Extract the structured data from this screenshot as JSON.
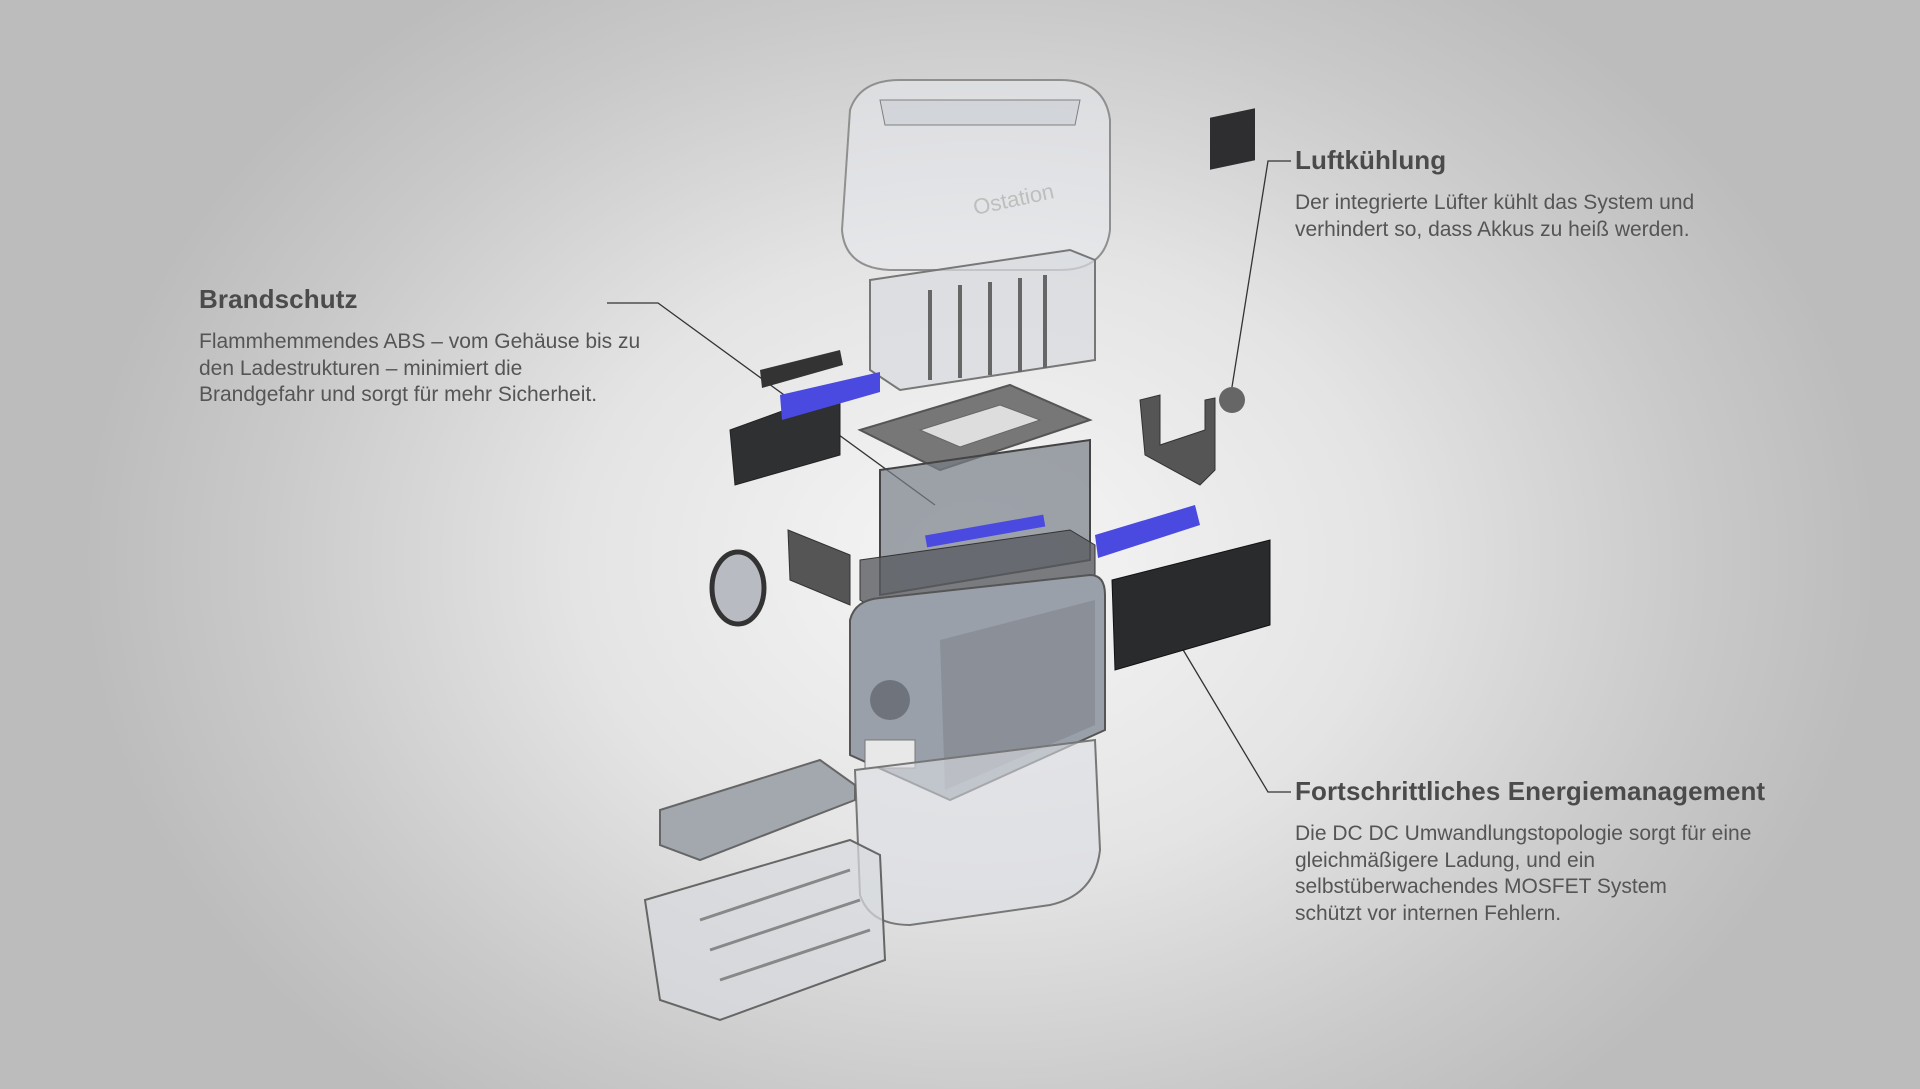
{
  "features": [
    {
      "title": "Brandschutz",
      "lines": [
        "Flammhemmendes ABS – vom Gehäuse bis zu",
        "den Ladestrukturen – minimiert die",
        "Brandgefahr und sorgt für mehr Sicherheit."
      ]
    },
    {
      "title": "Luftkühlung",
      "lines": [
        "Der integrierte Lüfter kühlt das System und",
        "verhindert so, dass Akkus zu heiß werden."
      ]
    },
    {
      "title": "Fortschrittliches Energiemanagement",
      "lines": [
        "Die DC DC Umwandlungstopologie sorgt für eine",
        "gleichmäßigere Ladung, und ein",
        "selbstüberwachendes MOSFET System",
        "schützt vor internen Fehlern."
      ]
    }
  ],
  "product_logo_text": "Ostation",
  "colors": {
    "accent_blue": "#4a4ae0",
    "text": "#4b4b4b"
  }
}
